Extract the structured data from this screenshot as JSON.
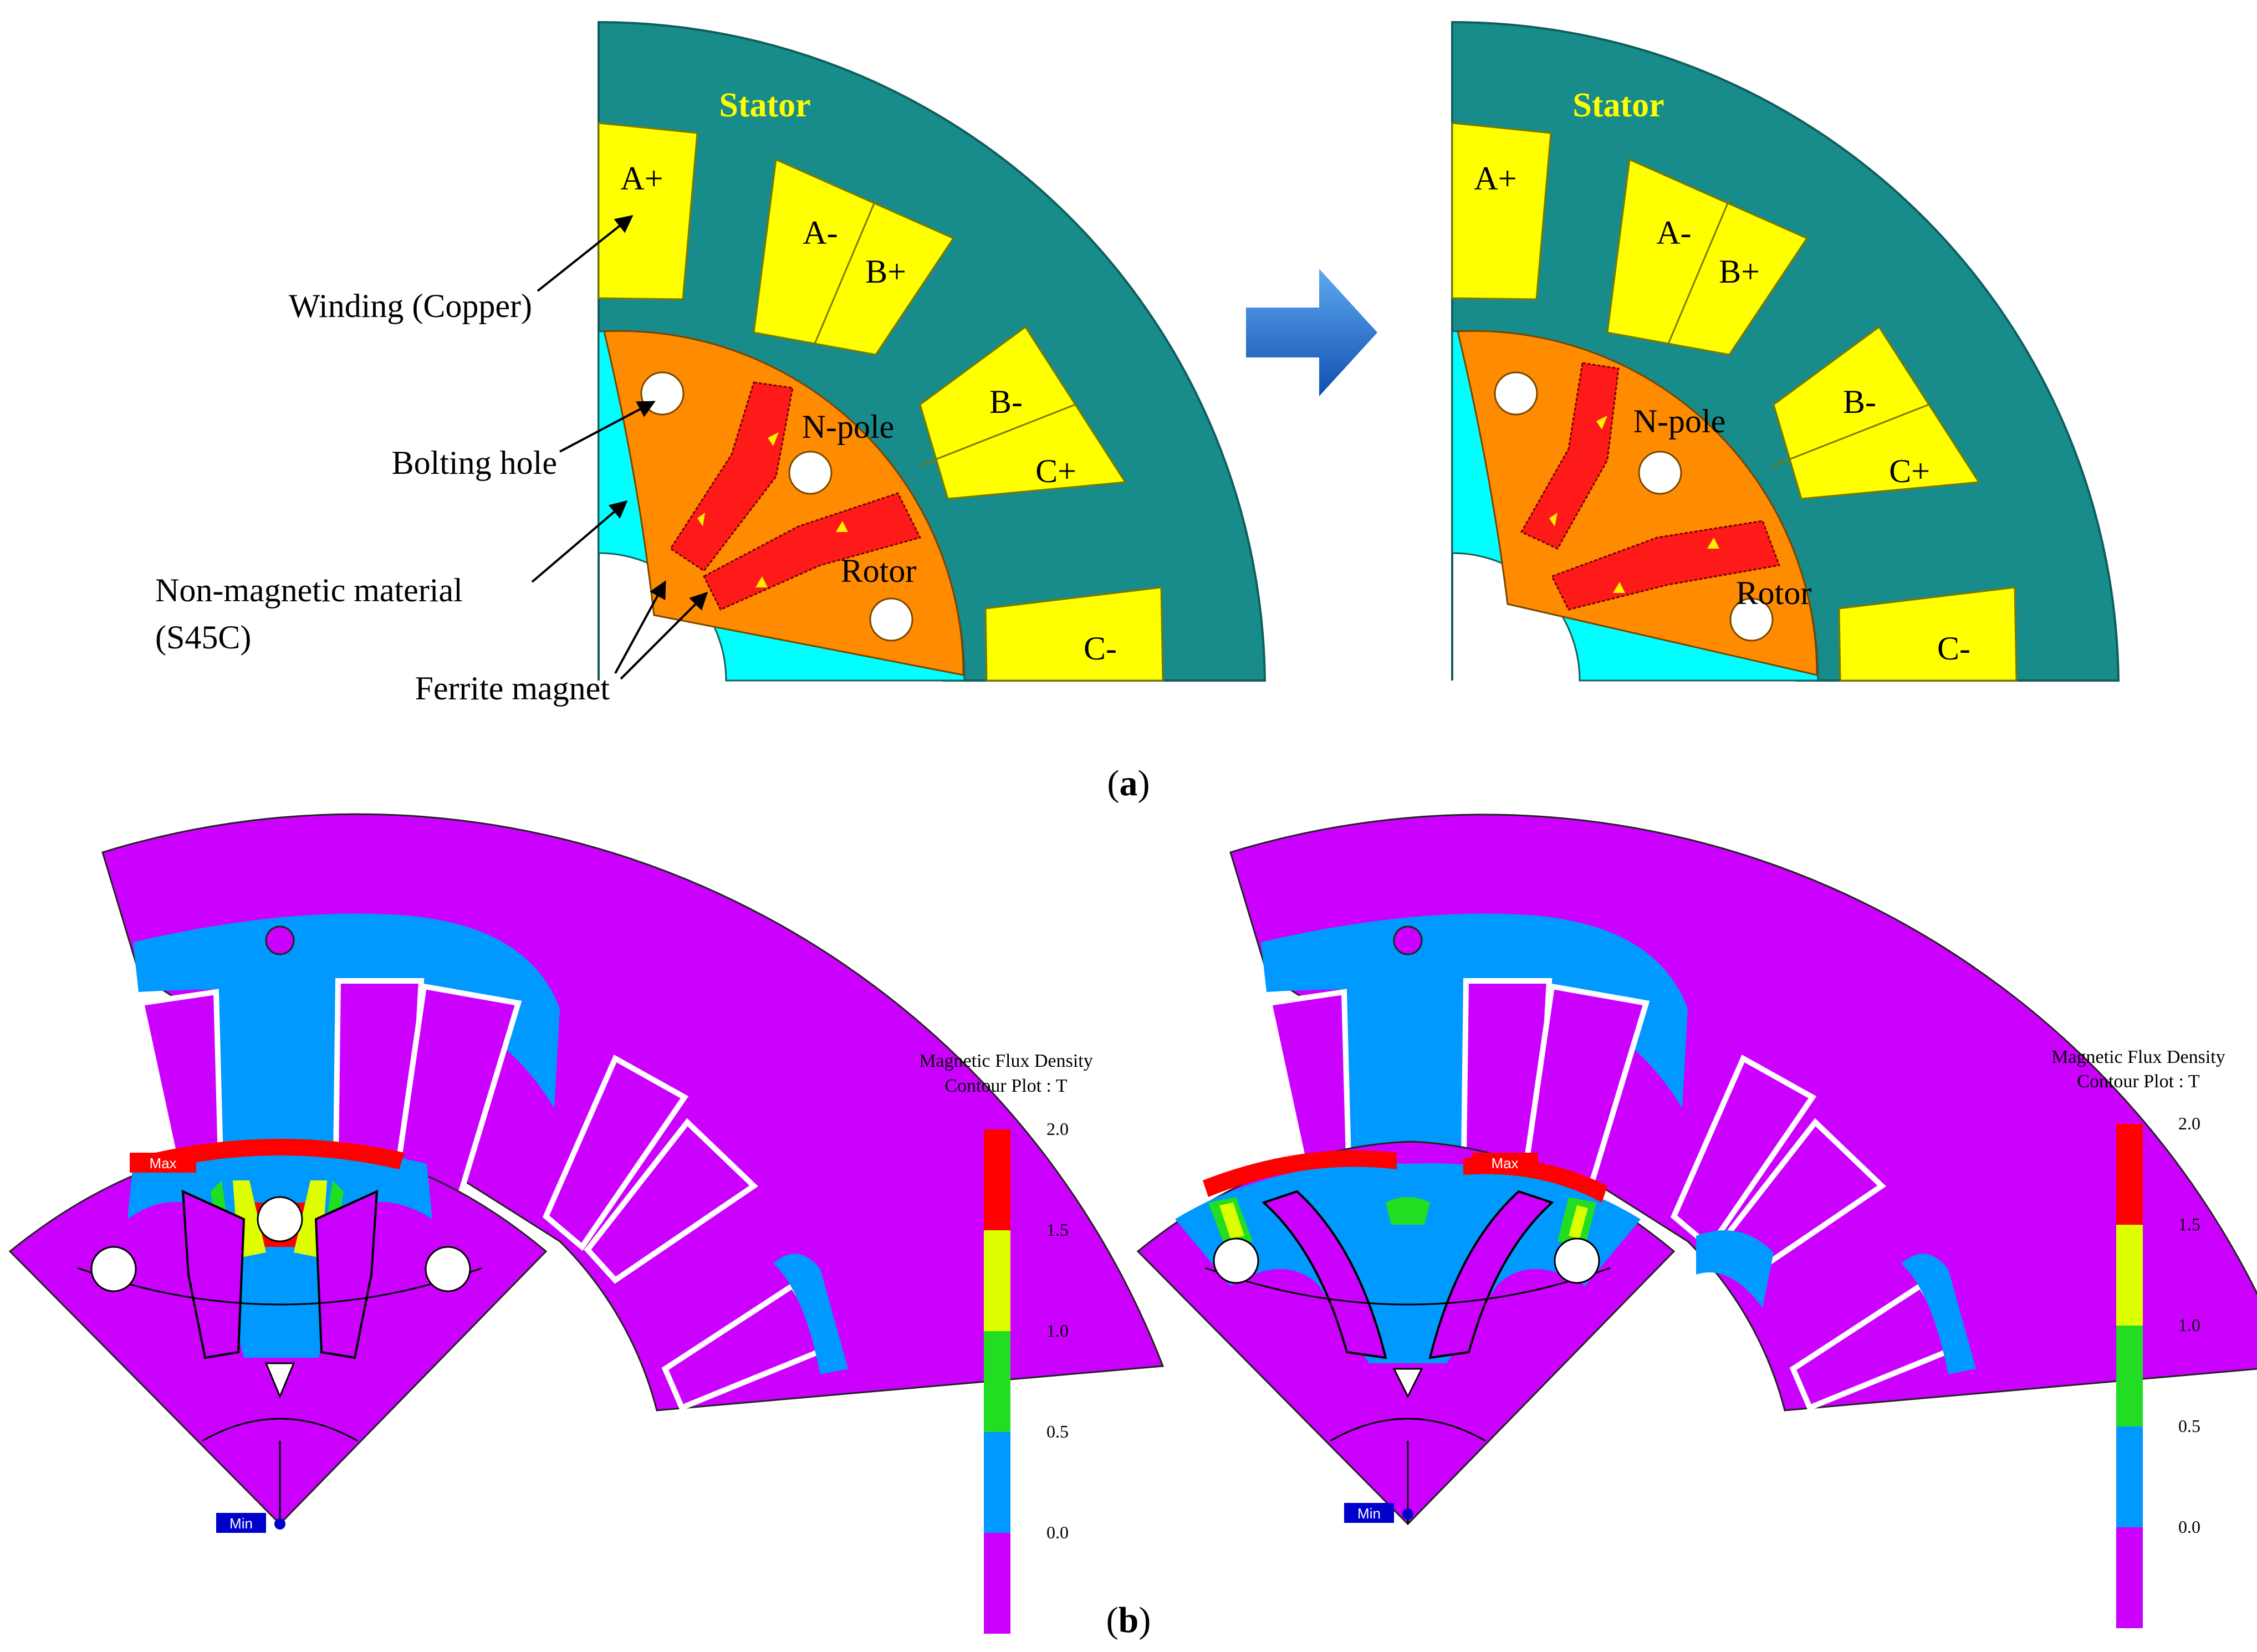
{
  "panel_a": {
    "left": {
      "stator_label": "Stator",
      "slots": [
        "A+",
        "A-",
        "B+",
        "B-",
        "C+",
        "C-"
      ],
      "region_labels": [
        "N-pole",
        "Rotor"
      ],
      "callouts": {
        "winding": "Winding (Copper)",
        "bolting_hole": "Bolting hole",
        "nonmag_line1": "Non-magnetic material",
        "nonmag_line2": "(S45C)",
        "ferrite": "Ferrite magnet"
      }
    },
    "right": {
      "stator_label": "Stator",
      "slots": [
        "A+",
        "A-",
        "B+",
        "B-",
        "C+",
        "C-"
      ],
      "region_labels": [
        "N-pole",
        "Rotor"
      ]
    },
    "caption_letter": "a"
  },
  "panel_b": {
    "legend_title_line1": "Magnetic Flux Density",
    "legend_title_line2": "Contour Plot : T",
    "legend_ticks": [
      "2.0",
      "1.5",
      "1.0",
      "0.5",
      "0.0"
    ],
    "max_tag": "Max",
    "min_tag": "Min",
    "caption_letter": "b"
  },
  "colors": {
    "stator": "#178C8A",
    "winding": "#FFFF00",
    "rotor": "#FF8C00",
    "magnet": "#FF1A1A",
    "nonmagnetic": "#00FFFF",
    "stator_text": "#FFFF00",
    "arrow_blue": "#1F6FD0",
    "flux_band_0": "#CC00FF",
    "flux_band_05": "#0099FF",
    "flux_band_10": "#22DD22",
    "flux_band_15": "#DDFF00",
    "flux_band_20": "#FF0000",
    "min_tag": "#0000CC"
  }
}
